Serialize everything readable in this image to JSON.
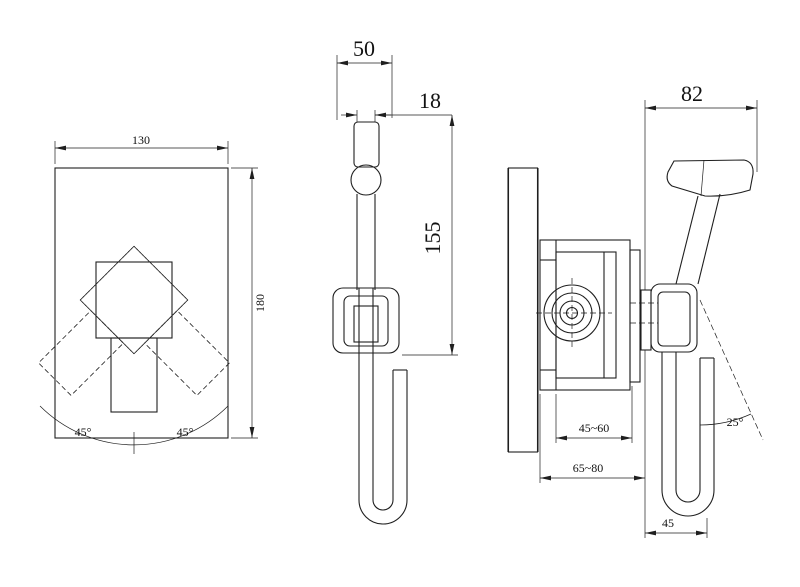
{
  "canvas": {
    "background": "#ffffff",
    "line_color": "#1f1f1f"
  },
  "front_view": {
    "width": "130",
    "height": "180",
    "swing_left": "45°",
    "swing_right": "45°"
  },
  "profile_view": {
    "head_depth": "50",
    "body_width": "18",
    "height": "155"
  },
  "section_view": {
    "projection": "82",
    "depth_range_inner": "45~60",
    "depth_range_outer": "65~80",
    "hose_angle": "25°",
    "hose_offset": "45"
  }
}
